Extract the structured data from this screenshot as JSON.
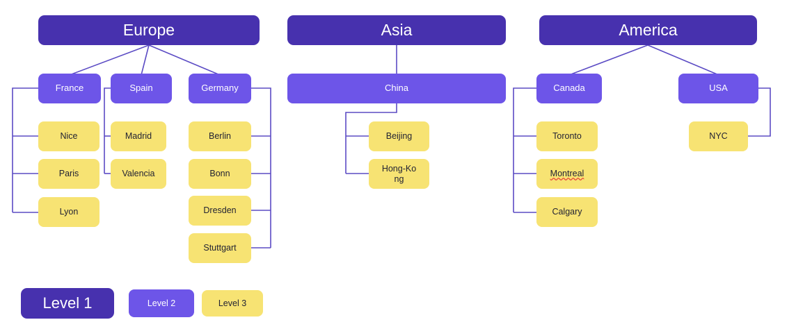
{
  "diagram": {
    "title_text": "",
    "palette": {
      "level1_fill": "#4731AE",
      "level2_fill": "#6D55E8",
      "level3_fill": "#F7E373",
      "level1_text": "#FFFFFF",
      "level2_text": "#FFFFFF",
      "level3_text": "#232333",
      "connector": "#5B4BC4",
      "background": "#FFFFFF",
      "spellcheck_underline": "#E8413A"
    },
    "roots": [
      {
        "label": "Europe",
        "level": 1,
        "children": [
          {
            "label": "France",
            "level": 2,
            "children": [
              {
                "label": "Nice",
                "level": 3
              },
              {
                "label": "Paris",
                "level": 3
              },
              {
                "label": "Lyon",
                "level": 3
              }
            ]
          },
          {
            "label": "Spain",
            "level": 2,
            "children": [
              {
                "label": "Madrid",
                "level": 3
              },
              {
                "label": "Valencia",
                "level": 3
              }
            ]
          },
          {
            "label": "Germany",
            "level": 2,
            "children": [
              {
                "label": "Berlin",
                "level": 3
              },
              {
                "label": "Bonn",
                "level": 3
              },
              {
                "label": "Dresden",
                "level": 3
              },
              {
                "label": "Stuttgart",
                "level": 3
              }
            ]
          }
        ]
      },
      {
        "label": "Asia",
        "level": 1,
        "children": [
          {
            "label": "China",
            "level": 2,
            "children": [
              {
                "label": "Beijing",
                "level": 3
              },
              {
                "label": "Hong-Kong",
                "level": 3,
                "wrapped_as": "Hong-Ko ng"
              }
            ]
          }
        ]
      },
      {
        "label": "America",
        "level": 1,
        "children": [
          {
            "label": "Canada",
            "level": 2,
            "children": [
              {
                "label": "Toronto",
                "level": 3
              },
              {
                "label": "Montreal",
                "level": 3,
                "spellcheck_flagged": true
              },
              {
                "label": "Calgary",
                "level": 3
              }
            ]
          },
          {
            "label": "USA",
            "level": 2,
            "children": [
              {
                "label": "NYC",
                "level": 3
              }
            ]
          }
        ]
      }
    ]
  },
  "nodes": {
    "europe": "Europe",
    "asia": "Asia",
    "america": "America",
    "france": "France",
    "spain": "Spain",
    "germany": "Germany",
    "china": "China",
    "canada": "Canada",
    "usa": "USA",
    "nice": "Nice",
    "paris": "Paris",
    "lyon": "Lyon",
    "madrid": "Madrid",
    "valencia": "Valencia",
    "berlin": "Berlin",
    "bonn": "Bonn",
    "dresden": "Dresden",
    "stuttgart": "Stuttgart",
    "beijing": "Beijing",
    "hongkong_line1": "Hong-Ko",
    "hongkong_line2": "ng",
    "toronto": "Toronto",
    "montreal": "Montreal",
    "calgary": "Calgary",
    "nyc": "NYC"
  },
  "legend": {
    "items": [
      {
        "label": "Level 1",
        "level": 1
      },
      {
        "label": "Level 2",
        "level": 2
      },
      {
        "label": "Level 3",
        "level": 3
      }
    ],
    "level1_label": "Level 1",
    "level2_label": "Level 2",
    "level3_label": "Level 3"
  }
}
